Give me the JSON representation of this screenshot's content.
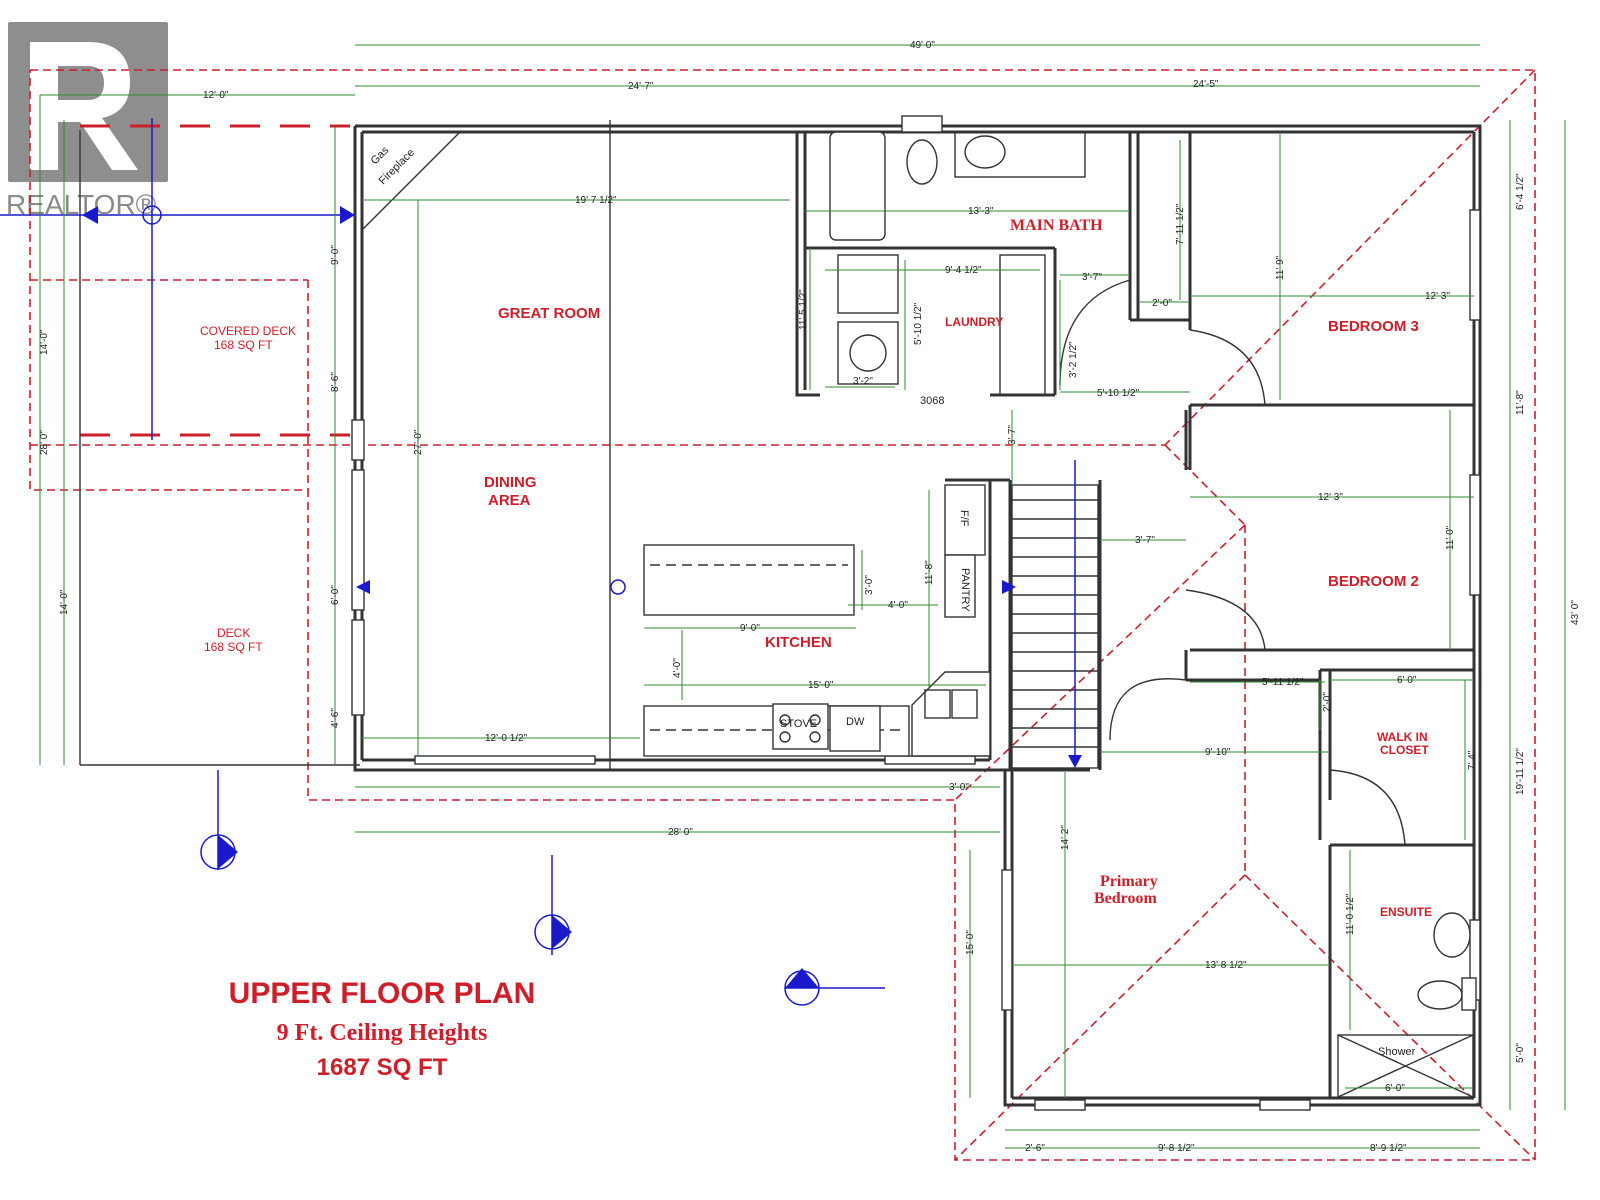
{
  "logo": {
    "text": "REALTOR®"
  },
  "title": {
    "line1": "UPPER FLOOR PLAN",
    "line2": "9 Ft. Ceiling Heights",
    "line3": "1687 SQ FT"
  },
  "rooms": {
    "great_room": "GREAT ROOM",
    "dining_l1": "DINING",
    "dining_l2": "AREA",
    "kitchen": "KITCHEN",
    "laundry": "LAUNDRY",
    "main_bath": "MAIN BATH",
    "bedroom3": "BEDROOM 3",
    "bedroom2": "BEDROOM 2",
    "walkin_l1": "WALK IN",
    "walkin_l2": "CLOSET",
    "ensuite": "ENSUITE",
    "primary_l1": "Primary",
    "primary_l2": "Bedroom",
    "covered_deck_l1": "COVERED DECK",
    "covered_deck_l2": "168 SQ FT",
    "deck_l1": "DECK",
    "deck_l2": "168 SQ FT"
  },
  "labels": {
    "gas": "Gas",
    "fireplace": "Fireplace",
    "ff": "F/F",
    "pantry": "PANTRY",
    "stove": "STOVE",
    "dw": "DW",
    "shower": "Shower",
    "door": "3068"
  },
  "dims": {
    "overall": "49' 0\"",
    "top_left": "24'-7\"",
    "top_right": "24'-5\"",
    "deck_w": "12'-0\"",
    "great": "19' 7 1/2\"",
    "bath_w": "13'-3\"",
    "laundry_w": "9'-4 1/2\"",
    "bath_h": "11' 5 1/2\"",
    "laundry_h": "5'-10 1/2\"",
    "laundry_b": "3'-2\"",
    "hall_a": "3'-7\"",
    "hall_b": "3'-2 1/2\"",
    "hall_c": "5'-10 1/2\"",
    "closet_w": "2'-0\"",
    "closet_h": "7'-11 1/2\"",
    "br3_h": "11' 9\"",
    "br3_w": "12' 3\"",
    "br3_side": "6'-4 1/2\"",
    "side_118": "11'-8\"",
    "left_90": "9'-0\"",
    "left_86": "8'-6\"",
    "left_60": "6'-0\"",
    "left_46": "4'-6\"",
    "deck_140a": "14'-0\"",
    "deck_280": "28' 0\"",
    "deck_140b": "14'-0\"",
    "great_h": "27'-0\"",
    "stair_37": "3'-7\"",
    "br2_w": "12' 3\"",
    "br2_h": "11' 0\"",
    "hall_37": "3'-7\"",
    "island_h": "3'-0\"",
    "island_w": "9'-0\"",
    "isl_gap": "4'-0\"",
    "pantry_h": "11'-8\"",
    "kit_gap": "4'-0\"",
    "counter": "15'-0\"",
    "dining_w": "12'-0 1/2\"",
    "bottom_30": "3'-0\"",
    "bottom_280": "28' 0\"",
    "hall_511": "5'-11 1/2\"",
    "hall_20": "2'-0\"",
    "wic_w": "6' 0\"",
    "hall_910": "9'-10\"",
    "wic_h": "7' 4\"",
    "pb_h": "14' 2\"",
    "pb_w": "13' 8 1/2\"",
    "pb_side": "15' 0\"",
    "ens_h": "11'-0 1/2\"",
    "shower_w": "6'-0\"",
    "shower_h": "5'-0\"",
    "right_19": "19'-11 1/2\"",
    "right_43": "43' 0\"",
    "b_26": "2'-6\"",
    "b_981": "9'-8 1/2\"",
    "b_891": "8'-9 1/2\""
  }
}
